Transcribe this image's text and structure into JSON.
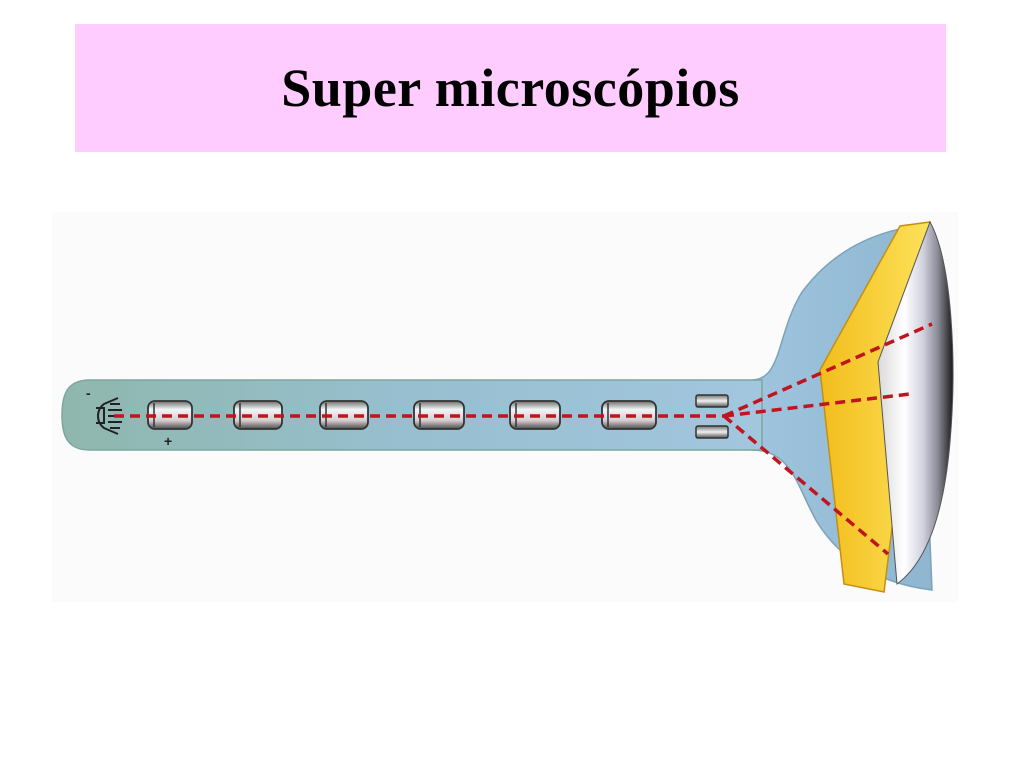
{
  "slide": {
    "title": "Super microscópios",
    "title_bg_color": "#ffccff"
  },
  "diagram": {
    "cathode_symbol": "-",
    "anode_symbol": "+",
    "beam_color": "#c0141e",
    "tube_color": "#9ec4cc",
    "screen_color": "#f5c52a",
    "lens_count": 6,
    "deflection_plate_count": 2
  }
}
